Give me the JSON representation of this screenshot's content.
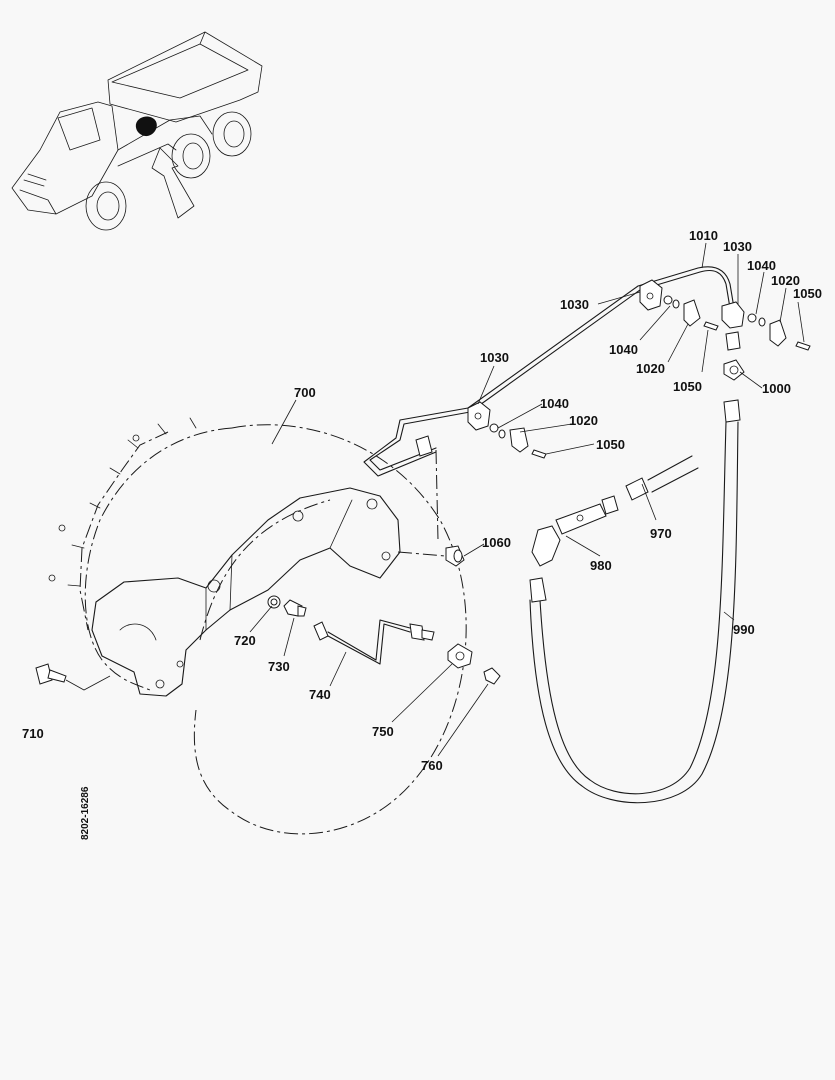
{
  "drawing_code": "8202-16286",
  "labels": {
    "l1010": "1010",
    "l1030a": "1030",
    "l1040a": "1040",
    "l1020a": "1020",
    "l1050a": "1050",
    "l1030b": "1030",
    "l1040b": "1040",
    "l1020b": "1020",
    "l1050b": "1050",
    "l1000": "1000",
    "l1030c": "1030",
    "l1040c": "1040",
    "l1020c": "1020",
    "l1050c": "1050",
    "l700": "700",
    "l1060": "1060",
    "l970": "970",
    "l980": "980",
    "l990": "990",
    "l720": "720",
    "l730": "730",
    "l740": "740",
    "l710": "710",
    "l750": "750",
    "l760": "760"
  }
}
